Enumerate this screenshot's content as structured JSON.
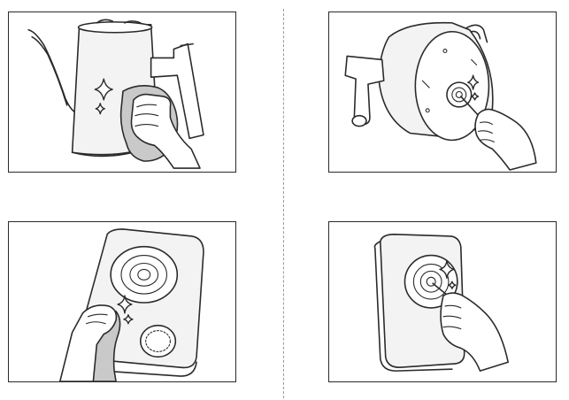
{
  "figure": {
    "panels": [
      {
        "id": "wipe-kettle-exterior",
        "icon": "kettle-wipe-cloth"
      },
      {
        "id": "clean-kettle-base-sensor",
        "icon": "kettle-base-swab"
      },
      {
        "id": "wipe-heating-base",
        "icon": "base-wipe-cloth"
      },
      {
        "id": "clean-base-connector",
        "icon": "base-connector-swab"
      }
    ],
    "colors": {
      "line": "#2a2a2a",
      "cloth": "#c9c9c9",
      "divider": "#9a9a9a",
      "fill": "#f3f3f3"
    }
  }
}
